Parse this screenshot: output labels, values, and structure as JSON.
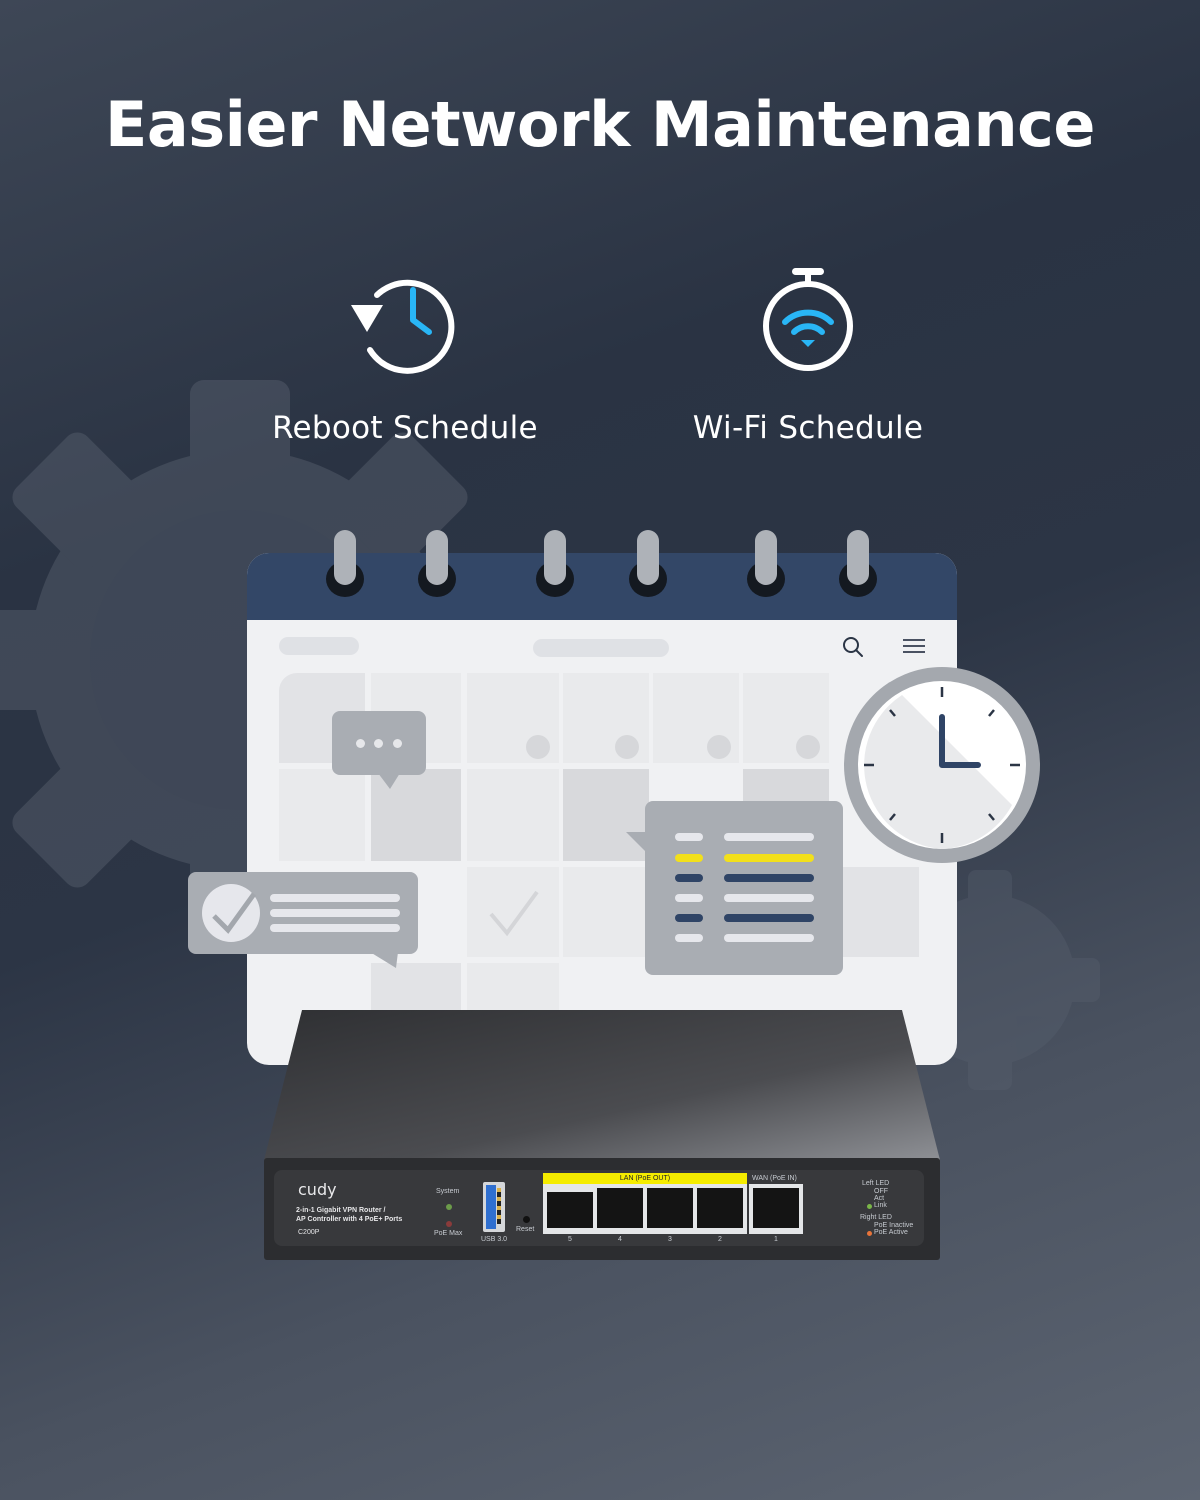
{
  "header": {
    "title": "Easier Network Maintenance"
  },
  "features": [
    {
      "icon": "reboot-clock-icon",
      "label": "Reboot Schedule"
    },
    {
      "icon": "wifi-stopwatch-icon",
      "label": "Wi-Fi Schedule"
    }
  ],
  "colors": {
    "accent_blue": "#29b6f6",
    "calendar_header": "#334767",
    "highlight_yellow": "#f2e01b",
    "dark_navy": "#2f4466"
  },
  "router": {
    "brand": "cudy",
    "description_line1": "2-in-1 Gigabit VPN Router /",
    "description_line2": "AP Controller with 4 PoE+ Ports",
    "model": "C200P",
    "led_system": "System",
    "led_poe_max": "PoE Max",
    "usb_label": "USB 3.0",
    "reset_label": "Reset",
    "lan_label": "LAN (PoE OUT)",
    "wan_label": "WAN (PoE IN)",
    "lan_ports": [
      "5",
      "4",
      "3",
      "2"
    ],
    "wan_port": "1",
    "legend": {
      "left_led": "Left LED",
      "off": "OFF",
      "act": "Act",
      "link": "Link",
      "right_led": "Right LED",
      "poe_inactive": "PoE Inactive",
      "poe_active": "PoE Active"
    }
  }
}
